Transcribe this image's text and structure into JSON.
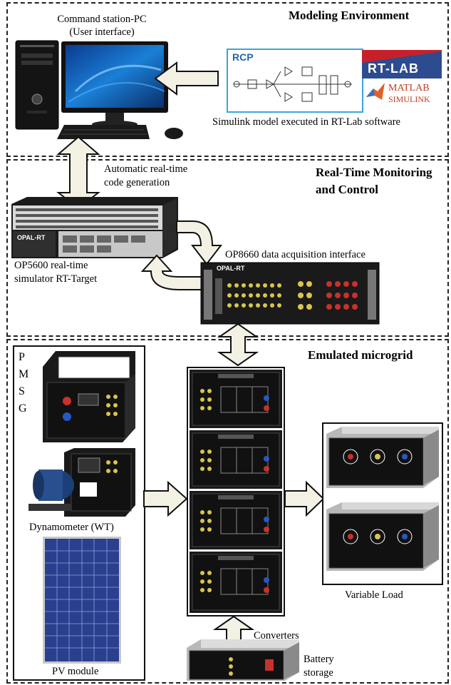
{
  "sections": {
    "modeling": "Modeling Environment",
    "realtime_line1": "Real-Time Monitoring",
    "realtime_line2": "and Control",
    "microgrid": "Emulated microgrid"
  },
  "labels": {
    "command_station": "Command station-PC\n(User interface)",
    "simulink_model": "Simulink model executed in RT-Lab software",
    "autocode_line1": "Automatic real-time",
    "autocode_line2": "code generation",
    "op5600_line1": "OP5600 real-time",
    "op5600_line2": "simulator RT-Target",
    "op8660": "OP8660 data acquisition interface",
    "pmsg": [
      "P",
      "M",
      "S",
      "G"
    ],
    "dynamometer": "Dynamometer (WT)",
    "pv_module": "PV module",
    "converters": "Converters",
    "variable_load": "Variable Load",
    "battery_line1": "Battery",
    "battery_line2": "storage"
  },
  "logos": {
    "rcp": "RCP",
    "rtlab": "RT-LAB",
    "matlab": "MATLAB",
    "simulink": "SIMULINK",
    "opalrt": "OPAL-RT"
  },
  "colors": {
    "arrow_fill": "#f3f1e3",
    "panel_dark": "#1d1d1d",
    "pv_blue": "#2b3f8f"
  }
}
